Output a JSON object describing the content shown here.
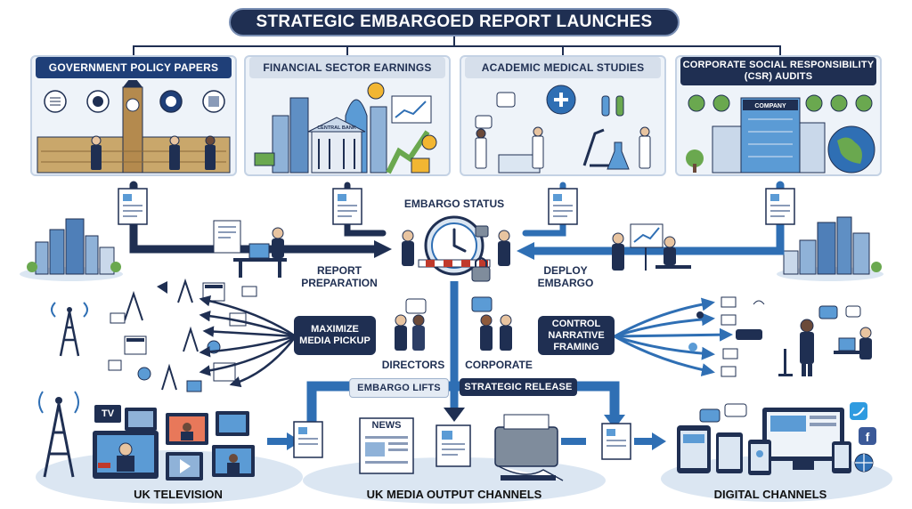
{
  "title": "STRATEGIC EMBARGOED REPORT LAUNCHES",
  "sources": [
    {
      "label": "GOVERNMENT POLICY PAPERS"
    },
    {
      "label": "FINANCIAL SECTOR EARNINGS",
      "sign": "CENTRAL BANK"
    },
    {
      "label": "ACADEMIC MEDICAL STUDIES"
    },
    {
      "label": "CORPORATE SOCIAL RESPONSIBILITY (CSR) AUDITS",
      "sign": "COMPANY"
    }
  ],
  "process": {
    "embargo_status": "EMBARGO STATUS",
    "report_preparation": "REPORT PREPARATION",
    "deploy_embargo": "DEPLOY EMBARGO"
  },
  "strategy": {
    "maximize": "MAXIMIZE MEDIA PICKUP",
    "control": "CONTROL NARRATIVE FRAMING",
    "directors": "DIRECTORS",
    "corporate": "CORPORATE"
  },
  "release": {
    "embargo_lifts": "EMBARGO LIFTS",
    "strategic_release": "STRATEGIC RELEASE"
  },
  "outputs": {
    "tv": "UK TELEVISION",
    "tv_icon": "TV",
    "news_icon": "NEWS",
    "media": "UK MEDIA OUTPUT CHANNELS",
    "digital": "DIGITAL CHANNELS"
  },
  "colors": {
    "navy": "#1f2f52",
    "blue": "#2f6fb4",
    "light_blue": "#5b9bd5",
    "panel_bg": "#eef3f9"
  }
}
